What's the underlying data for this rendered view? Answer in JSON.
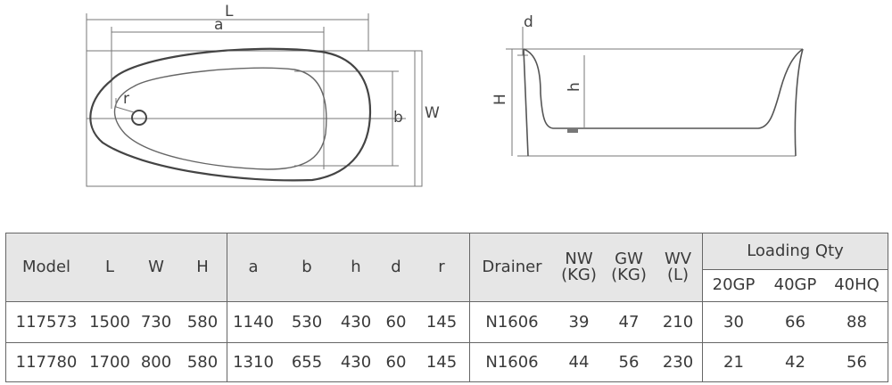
{
  "drawing": {
    "top_view_labels": {
      "length": "L",
      "inner_length": "a",
      "width": "W",
      "inner_width": "b",
      "radius": "r"
    },
    "side_view_labels": {
      "rim": "d",
      "height": "H",
      "inner_height": "h"
    }
  },
  "table": {
    "groups": {
      "basic": [
        "Model",
        "L",
        "W",
        "H"
      ],
      "inner": [
        "a",
        "b",
        "h",
        "d",
        "r"
      ],
      "pack": {
        "drainer": "Drainer",
        "nw_top": "NW",
        "nw_unit": "(KG)",
        "gw_top": "GW",
        "gw_unit": "(KG)",
        "wv_top": "WV",
        "wv_unit": "(L)"
      },
      "loading": {
        "title": "Loading Qty",
        "cols": [
          "20GP",
          "40GP",
          "40HQ"
        ]
      }
    },
    "rows": [
      {
        "model": "117573",
        "L": "1500",
        "W": "730",
        "H": "580",
        "a": "1140",
        "b": "530",
        "h": "430",
        "d": "60",
        "r": "145",
        "drainer": "N1606",
        "nw": "39",
        "gw": "47",
        "wv": "210",
        "gp20": "30",
        "gp40": "66",
        "hq40": "88"
      },
      {
        "model": "117780",
        "L": "1700",
        "W": "800",
        "H": "580",
        "a": "1310",
        "b": "655",
        "h": "430",
        "d": "60",
        "r": "145",
        "drainer": "N1606",
        "nw": "44",
        "gw": "56",
        "wv": "230",
        "gp20": "21",
        "gp40": "42",
        "hq40": "56"
      }
    ]
  }
}
